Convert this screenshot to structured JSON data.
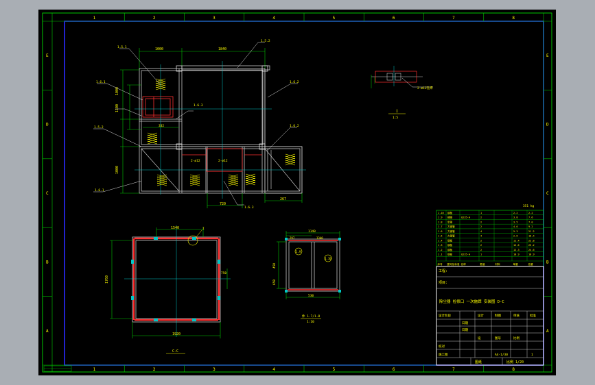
{
  "frame": {
    "col_numbers": [
      "1",
      "2",
      "3",
      "4",
      "5",
      "6",
      "7",
      "8"
    ],
    "row_letters": [
      "E",
      "D",
      "C",
      "B",
      "A"
    ]
  },
  "plan_view": {
    "dims": [
      "1000",
      "1840"
    ],
    "leaders": [
      "1.5.1",
      "1.6.1",
      "1.5.2",
      "1.6.3",
      "1.6.2",
      "1.6.2",
      "1.5.2",
      "1.6.1",
      "1.6.3"
    ],
    "hole_notes": [
      "2-ø12",
      "2-ø12"
    ],
    "bottom_dims": [
      "720",
      "267"
    ],
    "inner_dim": "332",
    "side_dims": [
      "1000",
      "1100",
      "1000"
    ]
  },
  "detail": {
    "note": "2-ø12孔焊",
    "title": "I",
    "scale": "1:5"
  },
  "section_cc": {
    "top_dim": "1540",
    "side_dim": "1760",
    "bottom_dim": "1920",
    "right_dim": "750",
    "callout": "I",
    "title": "C-C"
  },
  "frame_detail": {
    "top_dim": "1140",
    "sub_dims": [
      "297",
      "1340"
    ],
    "side_dims": [
      "450",
      "650"
    ],
    "bottom_dim": "530",
    "tags": [
      "1.9",
      "1.10"
    ],
    "title_a": "件 1.7/1.8",
    "title_b": "1:10"
  },
  "bom": {
    "total_label": "351 kg",
    "rows": [
      [
        "1.10",
        "钢板",
        "",
        "1",
        "2.2",
        "2.2"
      ],
      [
        "1.9",
        "槽钢",
        "Q235-A",
        "2",
        "3.8",
        "7.6"
      ],
      [
        "1.8",
        "型钢",
        "",
        "2",
        "3.5",
        "7.0"
      ],
      [
        "1.7",
        "方钢管",
        "",
        "2",
        "4.6",
        "9.2"
      ],
      [
        "1.6",
        "方钢管",
        "",
        "4",
        "5.3",
        "21.2"
      ],
      [
        "1.5",
        "方钢管",
        "",
        "4",
        "2.6",
        "10.4"
      ],
      [
        "1.4",
        "钢板",
        "",
        "2",
        "11.4",
        "22.8"
      ],
      [
        "1.3",
        "钢板",
        "",
        "2",
        "12.6",
        "25.2"
      ],
      [
        "1.2",
        "钢板",
        "",
        "2",
        "12.3",
        "24.6"
      ],
      [
        "1.1",
        "钢板",
        "Q235-A",
        "1",
        "18.9",
        "18.9"
      ]
    ],
    "header": [
      "序号",
      "图号及标准",
      "名称",
      "数量",
      "材料",
      "单重",
      "总重"
    ]
  },
  "title_block": {
    "company_label": "工程:",
    "item_label": "项目:",
    "drawing_title": "除尘器 检修口 一次施焊 安装图 D-C",
    "row1": [
      "设计阶段",
      "设计",
      "制图",
      "审核",
      "批准"
    ],
    "row2": [
      "",
      "日期",
      ""
    ],
    "row3": [
      "",
      "日期",
      ""
    ],
    "row4": [
      "校对",
      "",
      "图号",
      "比例"
    ],
    "row5": [
      "施工图",
      "",
      "A4-1/30",
      "",
      "1"
    ],
    "sheet_label": "图纸",
    "scale_label": "比例 1/20"
  }
}
